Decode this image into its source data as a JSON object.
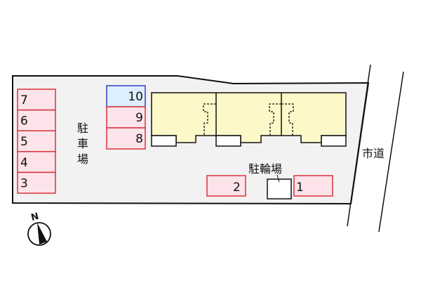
{
  "labels": {
    "parking": [
      "駐",
      "車",
      "場"
    ],
    "bicycle_parking": "駐輪場",
    "road": "市道",
    "north": "N"
  },
  "parking_left": [
    "7",
    "6",
    "5",
    "4",
    "3"
  ],
  "parking_middle": [
    {
      "number": "10",
      "highlighted": true
    },
    {
      "number": "9",
      "highlighted": false
    },
    {
      "number": "8",
      "highlighted": false
    }
  ],
  "parking_bottom": [
    "2",
    "1"
  ],
  "colors": {
    "lot": "#f2f2f2",
    "space_fill": "#fde3ea",
    "space_stroke": "#d9323c",
    "highlight_fill": "#dcefff",
    "highlight_stroke": "#2c3fbf",
    "building": "#fdf8c8"
  }
}
